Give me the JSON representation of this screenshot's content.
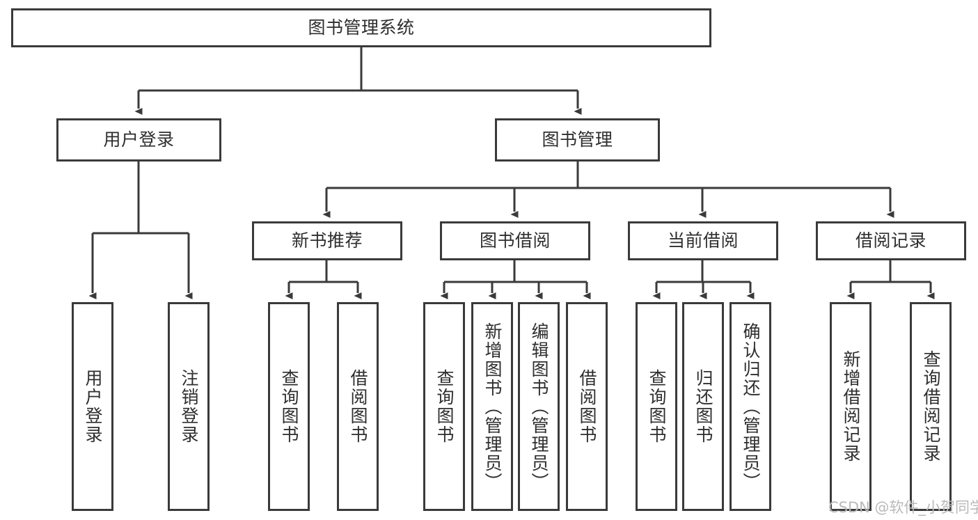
{
  "diagram": {
    "title": "图书管理系统",
    "watermark": "CSDN @软件_小贺同学",
    "colors": {
      "box_border": "#3a3a3a",
      "box_fill": "#ffffff",
      "connector": "#3a3a3a",
      "text": "#2e2e2e",
      "watermark": "#b9b9b9",
      "background": "#ffffff"
    },
    "root": {
      "label": "图书管理系统"
    },
    "level1": [
      {
        "label": "用户登录"
      },
      {
        "label": "图书管理"
      }
    ],
    "level2": [
      {
        "label": "新书推荐"
      },
      {
        "label": "图书借阅"
      },
      {
        "label": "当前借阅"
      },
      {
        "label": "借阅记录"
      }
    ],
    "leaves": {
      "user_login": [
        {
          "label": "用户登录"
        },
        {
          "label": "注销登录"
        }
      ],
      "new_book_recommend": [
        {
          "label": "查询图书"
        },
        {
          "label": "借阅图书"
        }
      ],
      "book_borrow": [
        {
          "label": "查询图书"
        },
        {
          "label": "新增图书（管理员）"
        },
        {
          "label": "编辑图书（管理员）"
        },
        {
          "label": "借阅图书"
        }
      ],
      "current_borrow": [
        {
          "label": "查询图书"
        },
        {
          "label": "归还图书"
        },
        {
          "label": "确认归还（管理员）"
        }
      ],
      "borrow_record": [
        {
          "label": "新增借阅记录"
        },
        {
          "label": "查询借阅记录"
        }
      ]
    }
  }
}
